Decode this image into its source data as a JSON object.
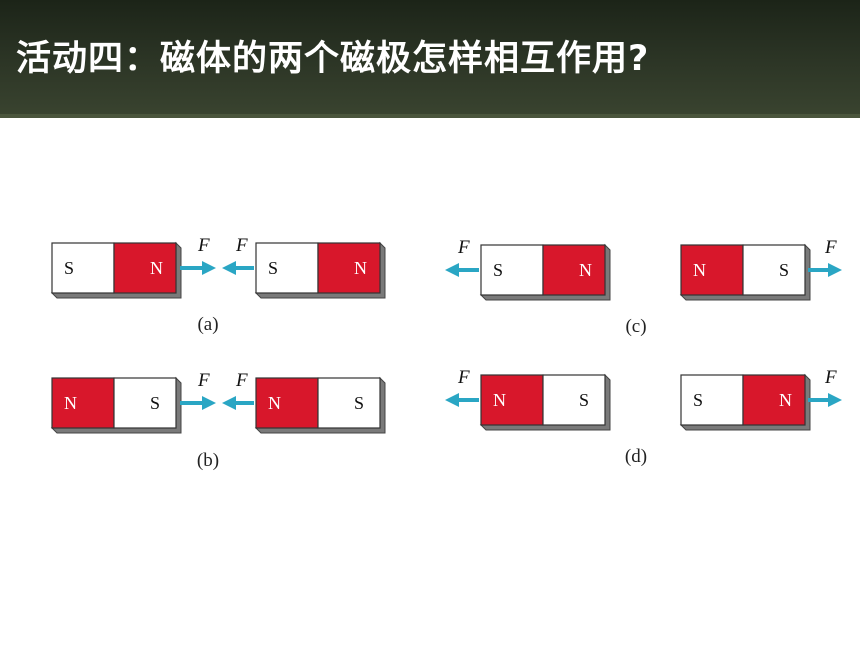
{
  "title": "活动四：磁体的两个磁极怎样相互作用?",
  "colors": {
    "north": "#d8172b",
    "south": "#ffffff",
    "arrow": "#2aa6c4",
    "header_bg": "#26301f"
  },
  "poles": {
    "north": "N",
    "south": "S"
  },
  "force_label": "F",
  "panels": [
    {
      "caption": "(a)",
      "magnets": [
        {
          "left": "S",
          "right": "N"
        },
        {
          "left": "S",
          "right": "N"
        }
      ],
      "arrows": [
        {
          "pos": "between-first",
          "dir": "right"
        },
        {
          "pos": "between-second",
          "dir": "left"
        }
      ]
    },
    {
      "caption": "(b)",
      "magnets": [
        {
          "left": "N",
          "right": "S"
        },
        {
          "left": "N",
          "right": "S"
        }
      ],
      "arrows": [
        {
          "pos": "between-first",
          "dir": "right"
        },
        {
          "pos": "between-second",
          "dir": "left"
        }
      ]
    },
    {
      "caption": "(c)",
      "magnets": [
        {
          "left": "S",
          "right": "N"
        },
        {
          "left": "N",
          "right": "S"
        }
      ],
      "arrows": [
        {
          "pos": "outer-first",
          "dir": "left"
        },
        {
          "pos": "outer-second",
          "dir": "right"
        }
      ]
    },
    {
      "caption": "(d)",
      "magnets": [
        {
          "left": "N",
          "right": "S"
        },
        {
          "left": "S",
          "right": "N"
        }
      ],
      "arrows": [
        {
          "pos": "outer-first",
          "dir": "left"
        },
        {
          "pos": "outer-second",
          "dir": "right"
        }
      ]
    }
  ]
}
